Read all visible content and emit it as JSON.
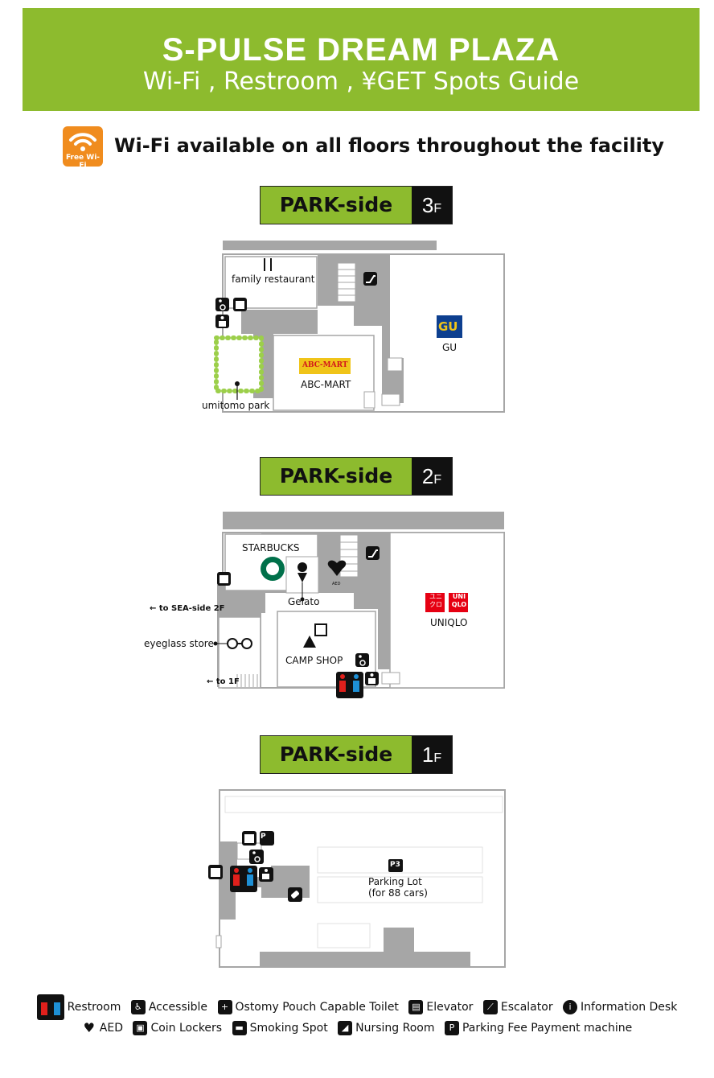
{
  "header": {
    "title": "S-PULSE DREAM PLAZA",
    "subtitle": "Wi-Fi , Restroom , ¥GET  Spots Guide"
  },
  "wifi": {
    "badge_label": "Free Wi-Fi",
    "notice": "Wi-Fi available on all floors throughout the facility"
  },
  "floors": [
    {
      "side": "PARK-side",
      "number": "3",
      "unit": "F",
      "labels": {
        "family_restaurant": "family restaurant",
        "umitomo_park": "umitomo park",
        "abc_mart_logo": "ABC-MART",
        "abc_mart": "ABC-MART",
        "gu_logo": "GU",
        "gu": "GU"
      }
    },
    {
      "side": "PARK-side",
      "number": "2",
      "unit": "F",
      "labels": {
        "starbucks": "STARBUCKS",
        "gelato": "Gelato",
        "to_sea_side": "← to SEA-side 2F",
        "eyeglass": "eyeglass store",
        "to_1f": "← to 1F",
        "camp_shop": "CAMP SHOP",
        "uniqlo": "UNIQLO",
        "uniqlo_logo_a": "ユニ",
        "uniqlo_logo_b": "クロ",
        "uniqlo_logo_c": "UNI",
        "uniqlo_logo_d": "QLO",
        "aed_small": "AED"
      }
    },
    {
      "side": "PARK-side",
      "number": "1",
      "unit": "F",
      "labels": {
        "p3": "P3",
        "parking_lot": "Parking Lot",
        "parking_capacity": "(for 88 cars)",
        "parking_fee_icon": "P"
      }
    }
  ],
  "legend": {
    "row1": [
      {
        "icon": "restroom-icon",
        "label": "Restroom"
      },
      {
        "icon": "accessible-icon",
        "label": "Accessible"
      },
      {
        "icon": "ostomy-toilet-icon",
        "label": "Ostomy Pouch Capable Toilet"
      },
      {
        "icon": "elevator-icon",
        "label": "Elevator"
      },
      {
        "icon": "escalator-icon",
        "label": "Escalator"
      },
      {
        "icon": "information-icon",
        "label": "Information Desk"
      }
    ],
    "row2": [
      {
        "icon": "aed-icon",
        "label": "AED"
      },
      {
        "icon": "coin-locker-icon",
        "label": "Coin Lockers"
      },
      {
        "icon": "smoking-icon",
        "label": "Smoking Spot"
      },
      {
        "icon": "nursing-room-icon",
        "label": "Nursing Room"
      },
      {
        "icon": "parking-fee-icon",
        "label": "Parking Fee Payment machine"
      }
    ]
  },
  "colors": {
    "brand_green": "#8dbb2e",
    "wifi_orange": "#f08c1e",
    "floor_gray": "#a6a6a6",
    "restroom_red": "#e0201c",
    "restroom_blue": "#1e90d6",
    "uniqlo_red": "#e60012",
    "gu_blue": "#0d3f8f",
    "gu_yellow": "#f0c419",
    "starbucks_green": "#00704a",
    "park_green": "#9ccf4a"
  }
}
